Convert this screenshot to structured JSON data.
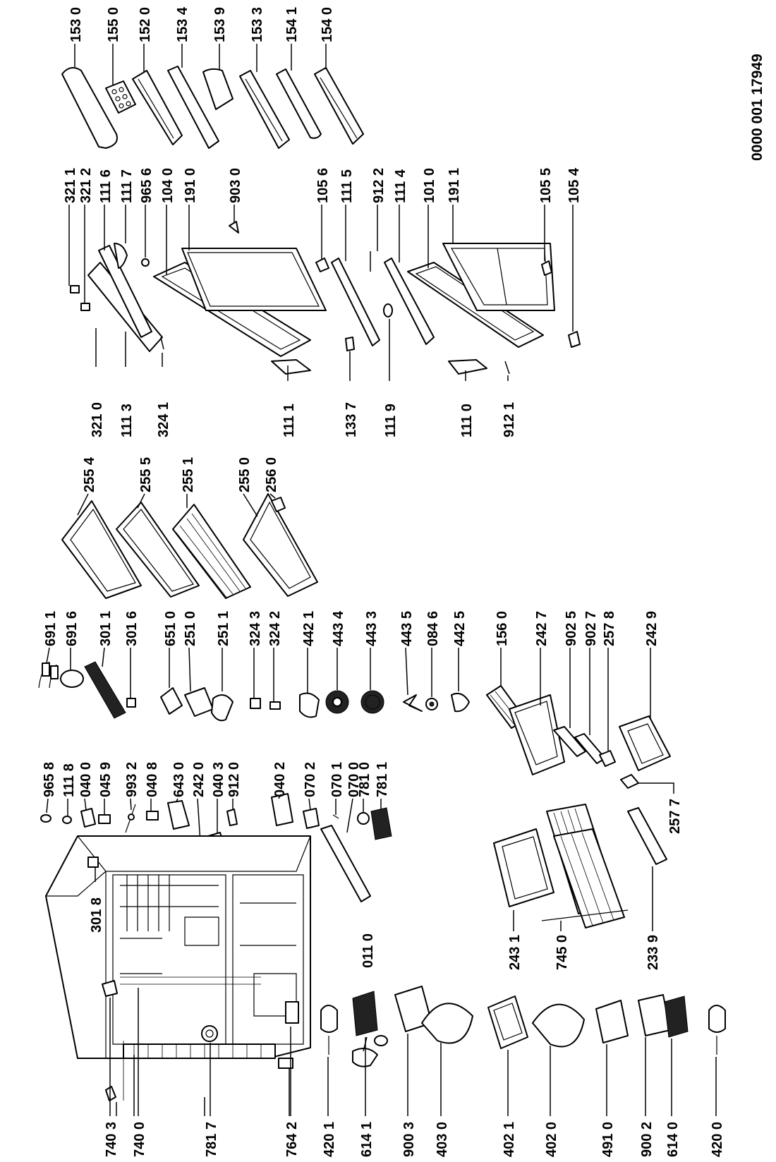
{
  "document_number": "0000 001 17949",
  "labels": {
    "l1530": "153 0",
    "l1550": "155 0",
    "l1520": "152 0",
    "l1534": "153 4",
    "l1539": "153 9",
    "l1533": "153 3",
    "l1541": "154 1",
    "l1540": "154 0",
    "l3211": "321 1",
    "l3212": "321 2",
    "l1116": "111 6",
    "l1117": "111 7",
    "l9656": "965 6",
    "l1040": "104 0",
    "l1910": "191 0",
    "l9030": "903 0",
    "l1056": "105 6",
    "l1115": "111 5",
    "l9122": "912 2",
    "l1114": "111 4",
    "l1010": "101 0",
    "l1911": "191 1",
    "l1055": "105 5",
    "l1054": "105 4",
    "l3210": "321 0",
    "l1113": "111 3",
    "l3241": "324 1",
    "l1111": "111 1",
    "l1337": "133 7",
    "l1119": "111 9",
    "l1110": "111 0",
    "l9121": "912 1",
    "l2554": "255 4",
    "l2555": "255 5",
    "l2551": "255 1",
    "l2550": "255 0",
    "l2560": "256 0",
    "l6911": "691 1",
    "l6916": "691 6",
    "l3011": "301 1",
    "l3016": "301 6",
    "l6510": "651 0",
    "l2510": "251 0",
    "l2511": "251 1",
    "l3243": "324 3",
    "l3242": "324 2",
    "l4421": "442 1",
    "l4434": "443 4",
    "l4433": "443 3",
    "l4435": "443 5",
    "l0846": "084 6",
    "l4425": "442 5",
    "l1560": "156 0",
    "l2427": "242 7",
    "l9025": "902 5",
    "l9027": "902 7",
    "l2578": "257 8",
    "l2429": "242 9",
    "l9658": "965 8",
    "l1118": "111 8",
    "l0400": "040 0",
    "l0459": "045 9",
    "l9932": "993 2",
    "l0408": "040 8",
    "l6430": "643 0",
    "l2420": "242 0",
    "l0403": "040 3",
    "l9120": "912 0",
    "l0402": "040 2",
    "l0702": "070 2",
    "l0701": "070 1",
    "l0700": "070 0",
    "l7810": "781 0",
    "l7811": "781 1",
    "l3018": "301 8",
    "l0110": "011 0",
    "l2431": "243 1",
    "l7450": "745 0",
    "l2339": "233 9",
    "l2577": "257 7",
    "l7403": "740 3",
    "l7400": "740 0",
    "l7817": "781 7",
    "l7642": "764 2",
    "l4201": "420 1",
    "l6141": "614 1",
    "l9003": "900 3",
    "l4030": "403 0",
    "l4021": "402 1",
    "l4020": "402 0",
    "l4910": "491 0",
    "l9002": "900 2",
    "l6140": "614 0",
    "l4200": "420 0"
  }
}
